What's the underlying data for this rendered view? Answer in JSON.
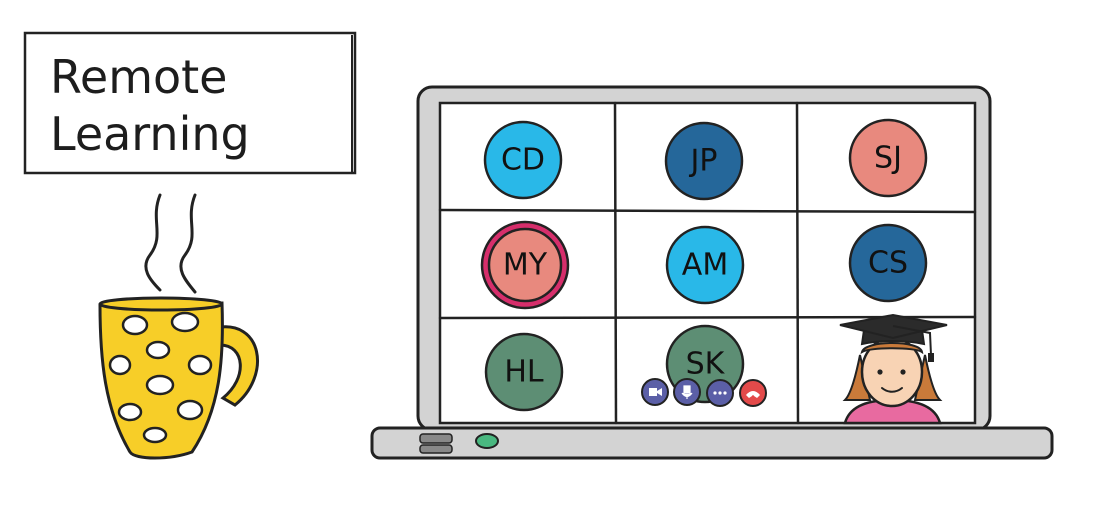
{
  "sign": {
    "line1": "Remote",
    "line2": "Learning"
  },
  "participants": [
    {
      "initials": "CD",
      "color": "#29B8E8"
    },
    {
      "initials": "JP",
      "color": "#25679A"
    },
    {
      "initials": "SJ",
      "color": "#E8897E"
    },
    {
      "initials": "MY",
      "color": "#E8897E",
      "ring": "#D62E6B"
    },
    {
      "initials": "AM",
      "color": "#29B8E8"
    },
    {
      "initials": "CS",
      "color": "#25679A"
    },
    {
      "initials": "HL",
      "color": "#5D8E74"
    },
    {
      "initials": "SK",
      "color": "#5D8E74"
    }
  ],
  "controls": [
    {
      "icon": "video-icon",
      "color": "#5B5FA7"
    },
    {
      "icon": "microphone-icon",
      "color": "#5B5FA7"
    },
    {
      "icon": "more-options-icon",
      "color": "#5B5FA7"
    },
    {
      "icon": "hang-up-icon",
      "color": "#E34A4A"
    }
  ],
  "colors": {
    "laptop_frame": "#D3D3D3",
    "mug": "#F7CE28",
    "student_shirt": "#E86AA0",
    "power_led": "#49B880"
  }
}
